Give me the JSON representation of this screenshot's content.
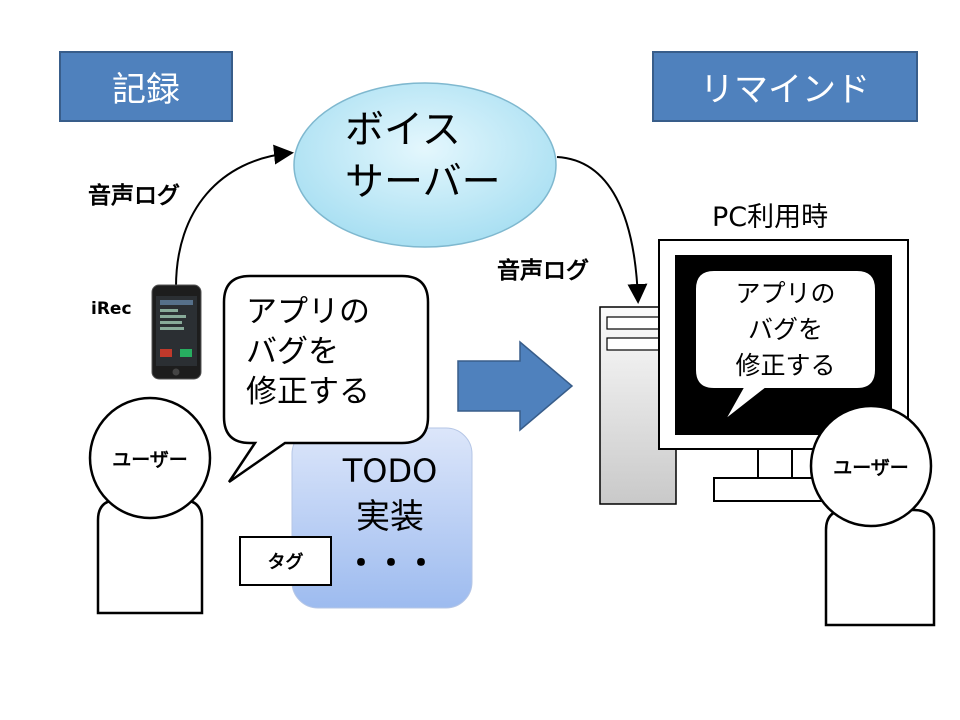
{
  "headers": {
    "record": "記録",
    "remind": "リマインド"
  },
  "voice_server": {
    "line1": "ボイス",
    "line2": "サーバー"
  },
  "labels": {
    "voice_log_left": "音声ログ",
    "voice_log_right": "音声ログ",
    "pc_usage": "PC利用時",
    "irec": "iRec",
    "tag": "タグ"
  },
  "speech_bubble": {
    "line1": "アプリの",
    "line2": "バグを",
    "line3": "修正する"
  },
  "screen_bubble": {
    "line1": "アプリの",
    "line2": "バグを",
    "line3": "修正する"
  },
  "todo": {
    "line1": "TODO",
    "line2": "実装",
    "line3": "・・・"
  },
  "users": {
    "left": "ユーザー",
    "right": "ユーザー"
  },
  "colors": {
    "header_fill": "#4f81bd",
    "arrow_fill": "#4f81bd",
    "server_fill": "#c6ecf7",
    "todo_fill": "#b8cdf2"
  }
}
